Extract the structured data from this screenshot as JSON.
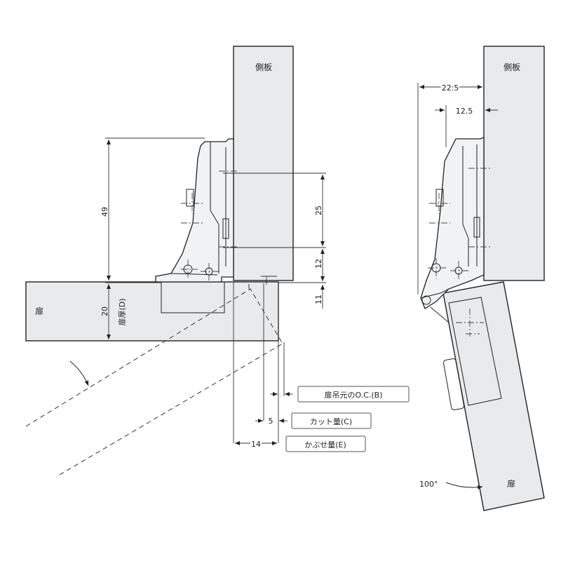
{
  "left_view": {
    "side_panel_label": "側板",
    "door_label": "扉",
    "dim_49": "49",
    "dim_25": "25",
    "dim_12": "12",
    "dim_11": "11",
    "dim_20": "20",
    "door_thickness_label": "扉厚(D)",
    "dim_5": "5",
    "dim_14": "14",
    "label_b": "扉吊元のO.C.(B)",
    "label_c": "カット量(C)",
    "label_e": "かぶせ量(E)"
  },
  "right_view": {
    "side_panel_label": "側板",
    "door_label": "扉",
    "dim_22_5": "22.5",
    "dim_12_5": "12.5",
    "angle_label": "100°"
  }
}
